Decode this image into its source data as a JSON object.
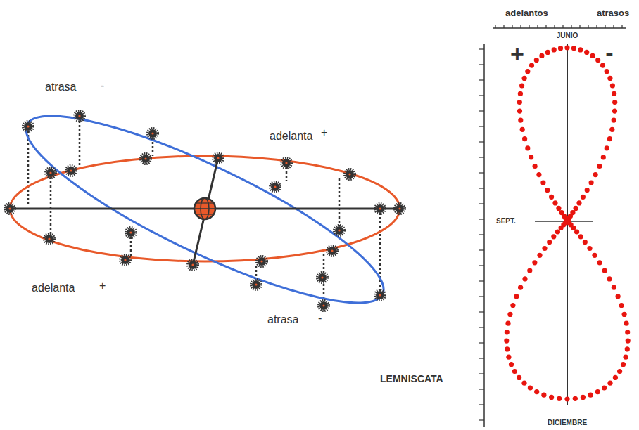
{
  "diagram": {
    "labels": [
      "atrasa",
      "-",
      "adelanta",
      "+",
      "adelanta",
      "+",
      "atrasa",
      "-",
      "adelantos",
      "atrasos",
      "JUNIO",
      "+",
      "-",
      "SEPT.",
      "LEMNISCATA",
      "DICIEMBRE"
    ]
  }
}
